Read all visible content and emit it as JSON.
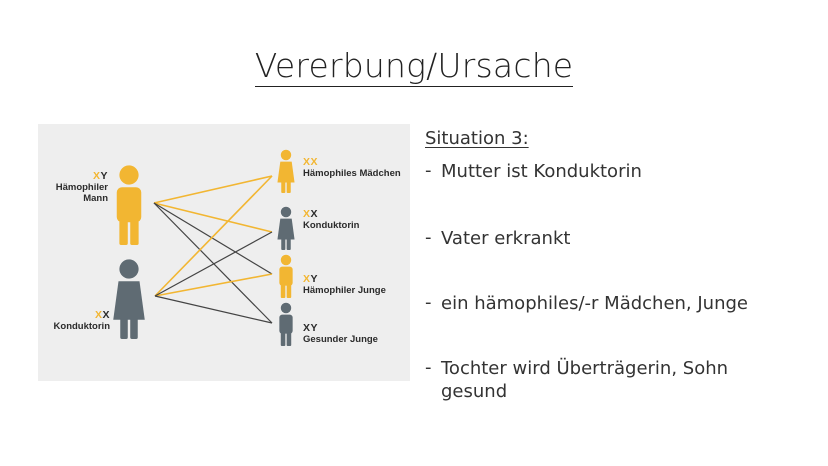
{
  "title": "Vererbung/Ursache",
  "figure": {
    "father": {
      "geno_a": "X",
      "geno_b": "Y",
      "label_line1": "Hämophiler",
      "label_line2": "Mann"
    },
    "mother": {
      "geno_a": "X",
      "geno_b": "X",
      "label": "Konduktorin"
    },
    "children": [
      {
        "geno_a": "X",
        "geno_b": "X",
        "label": "Hämophiles Mädchen"
      },
      {
        "geno_a": "X",
        "geno_b": "X",
        "label": "Konduktorin"
      },
      {
        "geno_a": "X",
        "geno_b": "Y",
        "label": "Hämophiler Junge"
      },
      {
        "geno_a": "X",
        "geno_b": "Y",
        "label": "Gesunder Junge"
      }
    ],
    "colors": {
      "affected": "#f2b632",
      "healthy": "#5f6b73",
      "line_dark": "#444444"
    }
  },
  "situation": {
    "heading": "Situation 3:",
    "bullets": [
      {
        "dash": "-",
        "text": "Mutter ist Konduktorin"
      },
      {
        "dash": "-",
        "text": "Vater erkrankt"
      },
      {
        "dash": "-",
        "text": "ein hämophiles/-r Mädchen, Junge"
      },
      {
        "dash": "-",
        "text": "Tochter wird Überträgerin, Sohn gesund"
      }
    ]
  }
}
